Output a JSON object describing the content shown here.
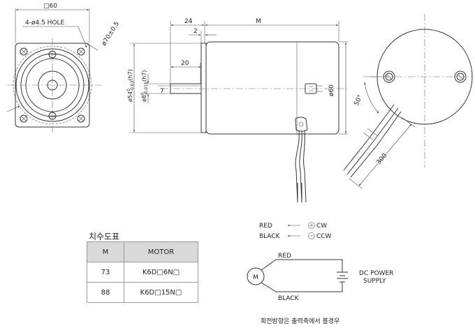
{
  "front_view": {
    "square_dim": "□60",
    "hole_label": "4-ø4.5 HOLE",
    "pcd_label": "ø70±0.5"
  },
  "side_view": {
    "dim_24": "24",
    "dim_2": "2",
    "dim_m": "M",
    "dim_20": "20",
    "dim_7": "7",
    "dim_body_dia": "ø60",
    "flange_main": "ø54",
    "flange_tol_upper": "0",
    "flange_tol_lower": "-0.03",
    "flange_fit": "(h7)",
    "shaft_main": "ø8",
    "shaft_tol_upper": "0",
    "shaft_tol_lower": "-0.015",
    "shaft_fit": "(h7)"
  },
  "rear_view": {
    "angle_label": "50°",
    "lead_length": "300"
  },
  "table": {
    "title": "치수도표",
    "headers": [
      "M",
      "MOTOR"
    ],
    "rows": [
      [
        "73",
        "K6D□6N□"
      ],
      [
        "88",
        "K6D□15N□"
      ]
    ]
  },
  "wiring": {
    "red_cw_wire": "RED",
    "cw_label": "CW",
    "black_ccw_wire": "BLACK",
    "ccw_label": "CCW",
    "motor_symbol": "M",
    "red_wire": "RED",
    "black_wire": "BLACK",
    "supply_line1": "DC POWER",
    "supply_line2": "SUPPLY",
    "caption": "회전방향은 출력축에서 볼경우"
  }
}
